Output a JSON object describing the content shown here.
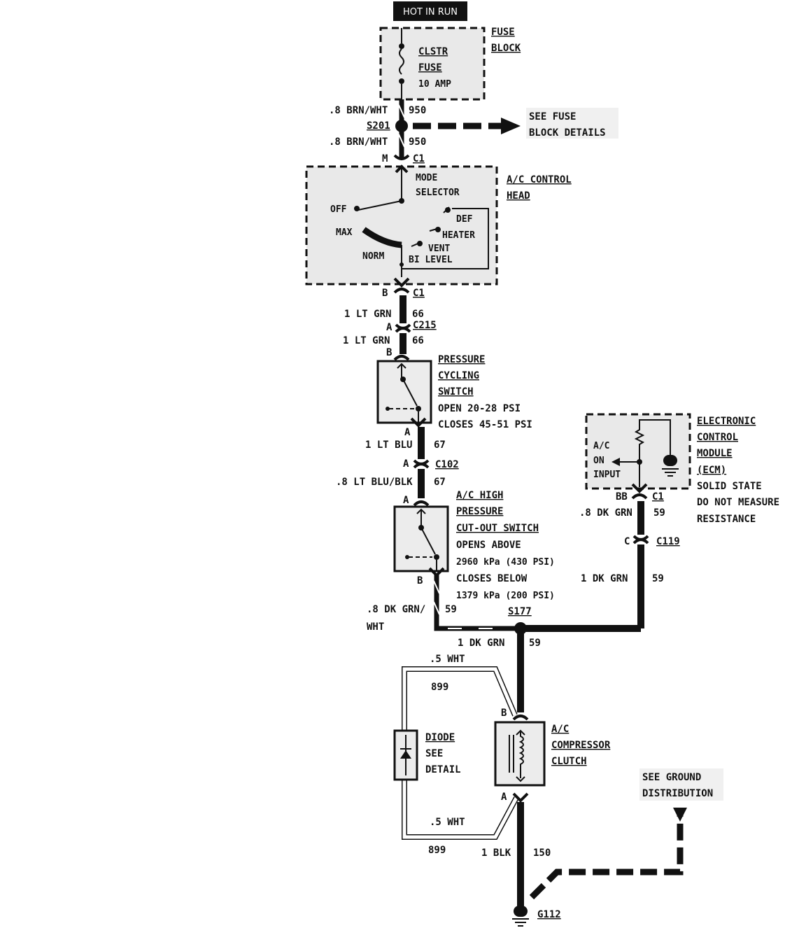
{
  "header": {
    "hot_label": "HOT IN RUN"
  },
  "fuse_block": {
    "title_line1": "FUSE",
    "title_line2": "BLOCK",
    "fuse_name_line1": "CLSTR",
    "fuse_name_line2": "FUSE",
    "fuse_rating": "10 AMP"
  },
  "splice_s201": {
    "wire_top": ".8 BRN/WHT",
    "circuit_top": "950",
    "label": "S201",
    "wire_bottom": ".8 BRN/WHT",
    "circuit_bottom": "950",
    "ref_line1": "SEE FUSE",
    "ref_line2": "BLOCK DETAILS"
  },
  "control_head": {
    "title_line1": "A/C CONTROL",
    "title_line2": "HEAD",
    "conn_top_pin": "M",
    "conn_top_id": "C1",
    "selector_line1": "MODE",
    "selector_line2": "SELECTOR",
    "pos_off": "OFF",
    "pos_max": "MAX",
    "pos_norm": "NORM",
    "pos_def": "DEF",
    "pos_heater": "HEATER",
    "pos_vent": "VENT",
    "pos_bilevel": "BI LEVEL",
    "conn_bot_pin": "B",
    "conn_bot_id": "C1"
  },
  "c215": {
    "wire_top": "1 LT GRN",
    "circuit_top": "66",
    "pin": "A",
    "id": "C215",
    "wire_bottom": "1 LT GRN",
    "circuit_bottom": "66"
  },
  "pressure_cycling_switch": {
    "pin_top": "B",
    "title_line1": "PRESSURE",
    "title_line2": "CYCLING",
    "title_line3": "SWITCH",
    "spec_line1": "OPEN 20-28 PSI",
    "spec_line2": "CLOSES 45-51 PSI",
    "pin_bottom": "A"
  },
  "c102": {
    "wire_top": "1 LT BLU",
    "circuit_top": "67",
    "pin": "A",
    "id": "C102",
    "wire_bottom": ".8 LT BLU/BLK",
    "circuit_bottom": "67"
  },
  "hp_cutout_switch": {
    "pin_top": "A",
    "title_line1": "A/C HIGH",
    "title_line2": "PRESSURE",
    "title_line3": "CUT-OUT SWITCH",
    "spec_line1": "OPENS ABOVE",
    "spec_line2": "2960 kPa (430 PSI)",
    "spec_line3": "CLOSES BELOW",
    "spec_line4": "1379 kPa (200 PSI)",
    "pin_bottom": "B"
  },
  "ecm": {
    "title_line1": "ELECTRONIC",
    "title_line2": "CONTROL",
    "title_line3": "MODULE",
    "title_line4": "(ECM)",
    "note_line1": "SOLID STATE",
    "note_line2": "DO NOT MEASURE",
    "note_line3": "RESISTANCE",
    "input_line1": "A/C",
    "input_line2": "ON",
    "input_line3": "INPUT",
    "pin": "BB",
    "conn_id": "C1",
    "wire": ".8 DK GRN",
    "circuit": "59"
  },
  "c119": {
    "pin": "C",
    "id": "C119",
    "wire": "1 DK GRN",
    "circuit": "59"
  },
  "splice_s177": {
    "wire_left_line1": ".8 DK GRN/",
    "wire_left_line2": "WHT",
    "circuit_left": "59",
    "label": "S177",
    "wire_bottom": "1 DK GRN",
    "circuit_bottom": "59"
  },
  "diode_loop": {
    "wire_top": ".5 WHT",
    "circuit_top": "899",
    "wire_bottom": ".5 WHT",
    "circuit_bottom": "899"
  },
  "diode": {
    "title": "DIODE",
    "note_line1": "SEE",
    "note_line2": "DETAIL"
  },
  "compressor_clutch": {
    "pin_top": "B",
    "title_line1": "A/C",
    "title_line2": "COMPRESSOR",
    "title_line3": "CLUTCH",
    "pin_bottom": "A"
  },
  "ground": {
    "wire": "1 BLK",
    "circuit": "150",
    "id": "G112",
    "ref_line1": "SEE GROUND",
    "ref_line2": "DISTRIBUTION"
  }
}
